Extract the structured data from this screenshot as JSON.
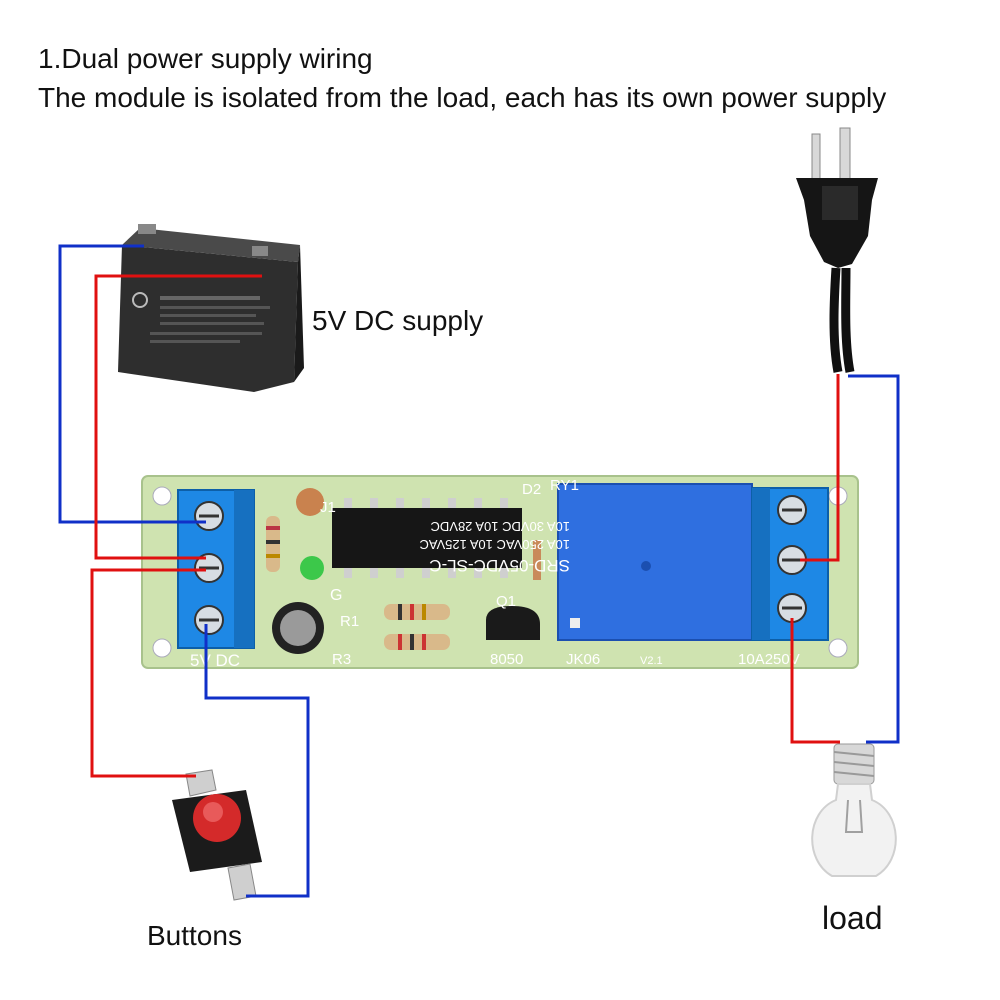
{
  "header": {
    "line1": "1.Dual power supply wiring",
    "line2": "The module is isolated from the load, each has its own power supply"
  },
  "labels": {
    "supply": "5V DC supply",
    "buttons": "Buttons",
    "load": "load"
  },
  "pcb": {
    "relay_line1": "SRD-05VDC-SL-C",
    "relay_line2": "10A 250VAC  10A 125VAC",
    "relay_line3": "10A  30VDC  10A  28VDC",
    "d2": "D2",
    "ry1": "RY1",
    "j1": "J1",
    "g": "G",
    "r1": "R1",
    "r3": "R3",
    "q1": "Q1",
    "transistor": "8050",
    "model": "JK06",
    "version": "V2.1",
    "rating": "10A250V",
    "power": "5V  DC"
  },
  "colors": {
    "wire_positive": "#e01010",
    "wire_negative": "#1030c8",
    "pcb": "#cfe3b0",
    "terminal": "#1e88e5",
    "relay": "#2f6fe0"
  },
  "icons": [
    "battery-icon",
    "plug-icon",
    "push-button-icon",
    "light-bulb-icon",
    "relay-module-icon"
  ]
}
